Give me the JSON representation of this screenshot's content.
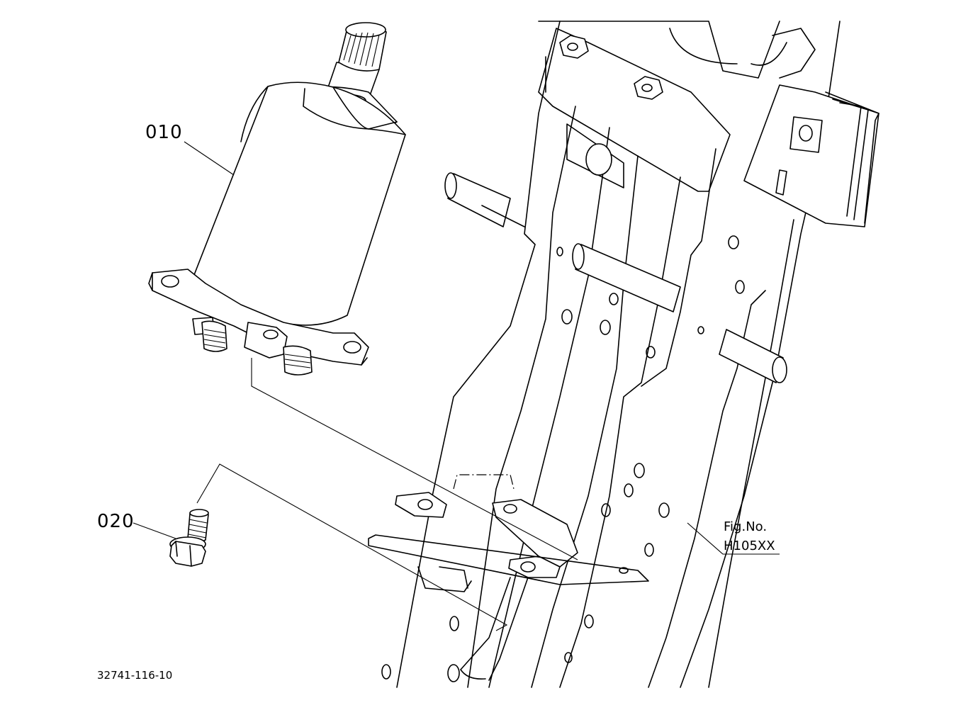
{
  "callouts": [
    {
      "id": "010",
      "text": "010"
    },
    {
      "id": "020",
      "text": "020"
    }
  ],
  "figure": {
    "label": "Fig.No.",
    "number": "H105XX"
  },
  "drawing_code": "32741-116-10"
}
